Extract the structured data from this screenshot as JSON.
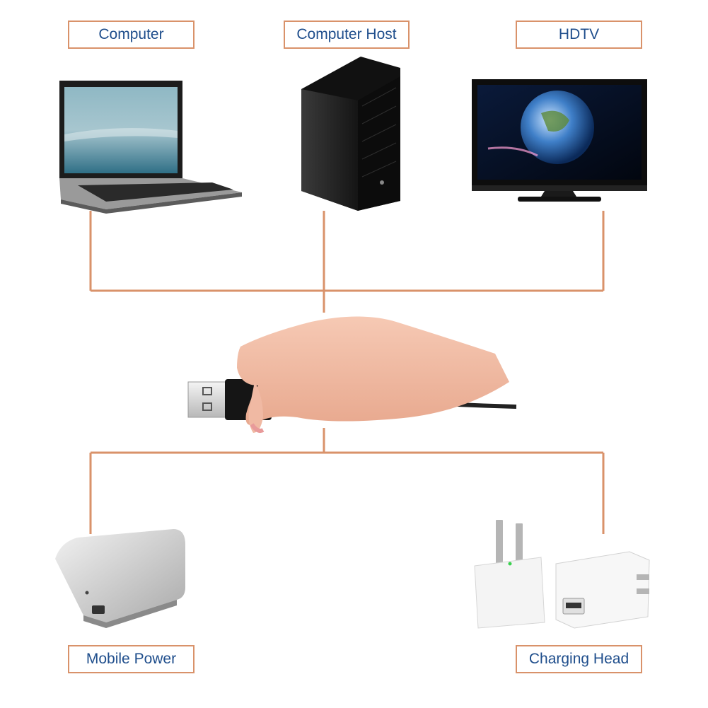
{
  "labels": {
    "computer": "Computer",
    "computer_host": "Computer Host",
    "hdtv": "HDTV",
    "mobile_power": "Mobile Power",
    "charging_head": "Charging Head"
  },
  "colors": {
    "line": "#d9926a",
    "label_text": "#1f4e8c",
    "label_border": "#d9926a"
  }
}
